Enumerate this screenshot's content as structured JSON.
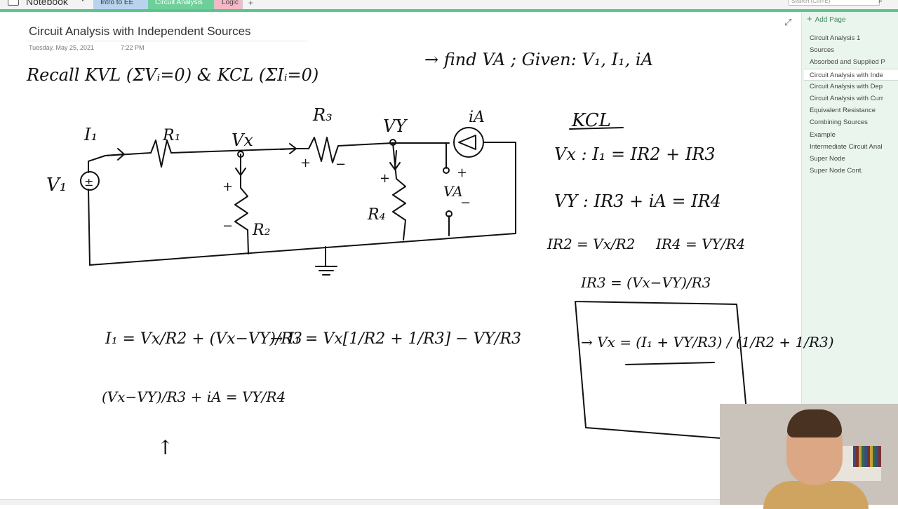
{
  "topbar": {
    "notebook_label": "Notebook",
    "sections": [
      "Intro to EE",
      "Circuit Analysis",
      "Logic"
    ],
    "add_section": "+",
    "search_placeholder": "Search (Ctrl+E)"
  },
  "page": {
    "title": "Circuit Analysis with Independent Sources",
    "date": "Tuesday, May 25, 2021",
    "time": "7:22 PM"
  },
  "sidebar": {
    "add_page_label": "Add Page",
    "pages": [
      "Circuit Analysis 1",
      "Sources",
      "Absorbed and Supplied P",
      "Circuit Analysis with Inde",
      "Circuit Analysis with Dep",
      "Circuit Analysis with Curr",
      "Equivalent Resistance",
      "Combining Sources",
      "Example",
      "Intermediate Circuit Anal",
      "Super Node",
      "Super Node Cont."
    ],
    "active_index": 3
  },
  "notes": {
    "recall": "Recall KVL (ΣVᵢ=0) & KCL (ΣIᵢ=0)",
    "find": "→ find VA ; Given: V₁, I₁, iA",
    "kcl_heading": "KCL",
    "kcl_vx": "Vx : I₁ = IR2 + IR3",
    "kcl_vy": "VY : IR3 + iA = IR4",
    "ir2": "IR2 = Vx/R2",
    "ir4": "IR4 = VY/R4",
    "ir3": "IR3 = (Vx−VY)/R3",
    "eq1": "I₁ = Vx/R2 + (Vx−VY)/R3",
    "eq2": "→ I₁ = Vx[1/R2 + 1/R3] − VY/R3",
    "eq3": "→ Vx = (I₁ + VY/R3) / (1/R2 + 1/R3)",
    "eq4": "(Vx−VY)/R3 + iA = VY/R4",
    "arrow_up": "↑"
  },
  "circuit": {
    "labels": [
      "V₁",
      "I₁",
      "R₁",
      "Vx",
      "R₃",
      "VY",
      "iA",
      "R₂",
      "R₄",
      "VA",
      "+",
      "−"
    ]
  }
}
